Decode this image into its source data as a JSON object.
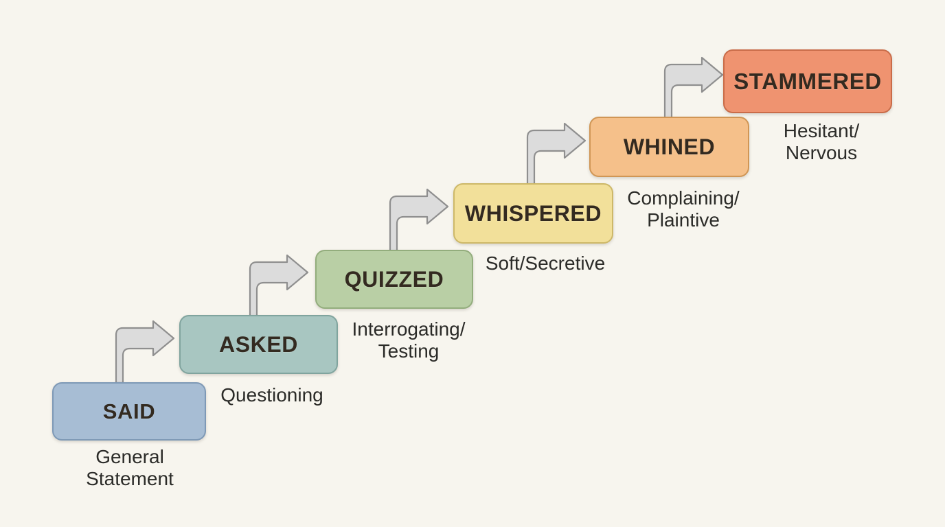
{
  "diagram": {
    "title": "Said synonyms intensity staircase",
    "background_color": "#f7f5ee",
    "steps": [
      {
        "id": "said",
        "label": "SAID",
        "caption": "General\nStatement",
        "fill": "#a7bdd4",
        "border": "#7e99b6",
        "order": 1
      },
      {
        "id": "asked",
        "label": "ASKED",
        "caption": "Questioning",
        "fill": "#a8c6c1",
        "border": "#80a49e",
        "order": 2
      },
      {
        "id": "quizzed",
        "label": "QUIZZED",
        "caption": "Interrogating/\nTesting",
        "fill": "#b9cfa5",
        "border": "#93ad7d",
        "order": 3
      },
      {
        "id": "whispered",
        "label": "WHISPERED",
        "caption": "Soft/Secretive",
        "fill": "#f2e09a",
        "border": "#cdb868",
        "order": 4
      },
      {
        "id": "whined",
        "label": "WHINED",
        "caption": "Complaining/\nPlaintive",
        "fill": "#f5c08a",
        "border": "#d09655",
        "order": 5
      },
      {
        "id": "stammered",
        "label": "STAMMERED",
        "caption": "Hesitant/\nNervous",
        "fill": "#ef9370",
        "border": "#c96c49",
        "order": 6
      }
    ],
    "connectors": [
      {
        "id": "said-to-asked",
        "from": "said",
        "to": "asked",
        "shape": "elbow-right-up-arrow"
      },
      {
        "id": "asked-to-quizzed",
        "from": "asked",
        "to": "quizzed",
        "shape": "elbow-right-up-arrow"
      },
      {
        "id": "quizzed-to-whispered",
        "from": "quizzed",
        "to": "whispered",
        "shape": "elbow-right-up-arrow"
      },
      {
        "id": "whispered-to-whined",
        "from": "whispered",
        "to": "whined",
        "shape": "elbow-right-up-arrow"
      },
      {
        "id": "whined-to-stammered",
        "from": "whined",
        "to": "stammered",
        "shape": "elbow-right-up-arrow"
      }
    ],
    "arrow_style": {
      "fill": "#dcdcdc",
      "stroke": "#8f8f8f"
    },
    "text_colors": {
      "box_label": "#332a20",
      "caption": "#2b2b28"
    }
  }
}
